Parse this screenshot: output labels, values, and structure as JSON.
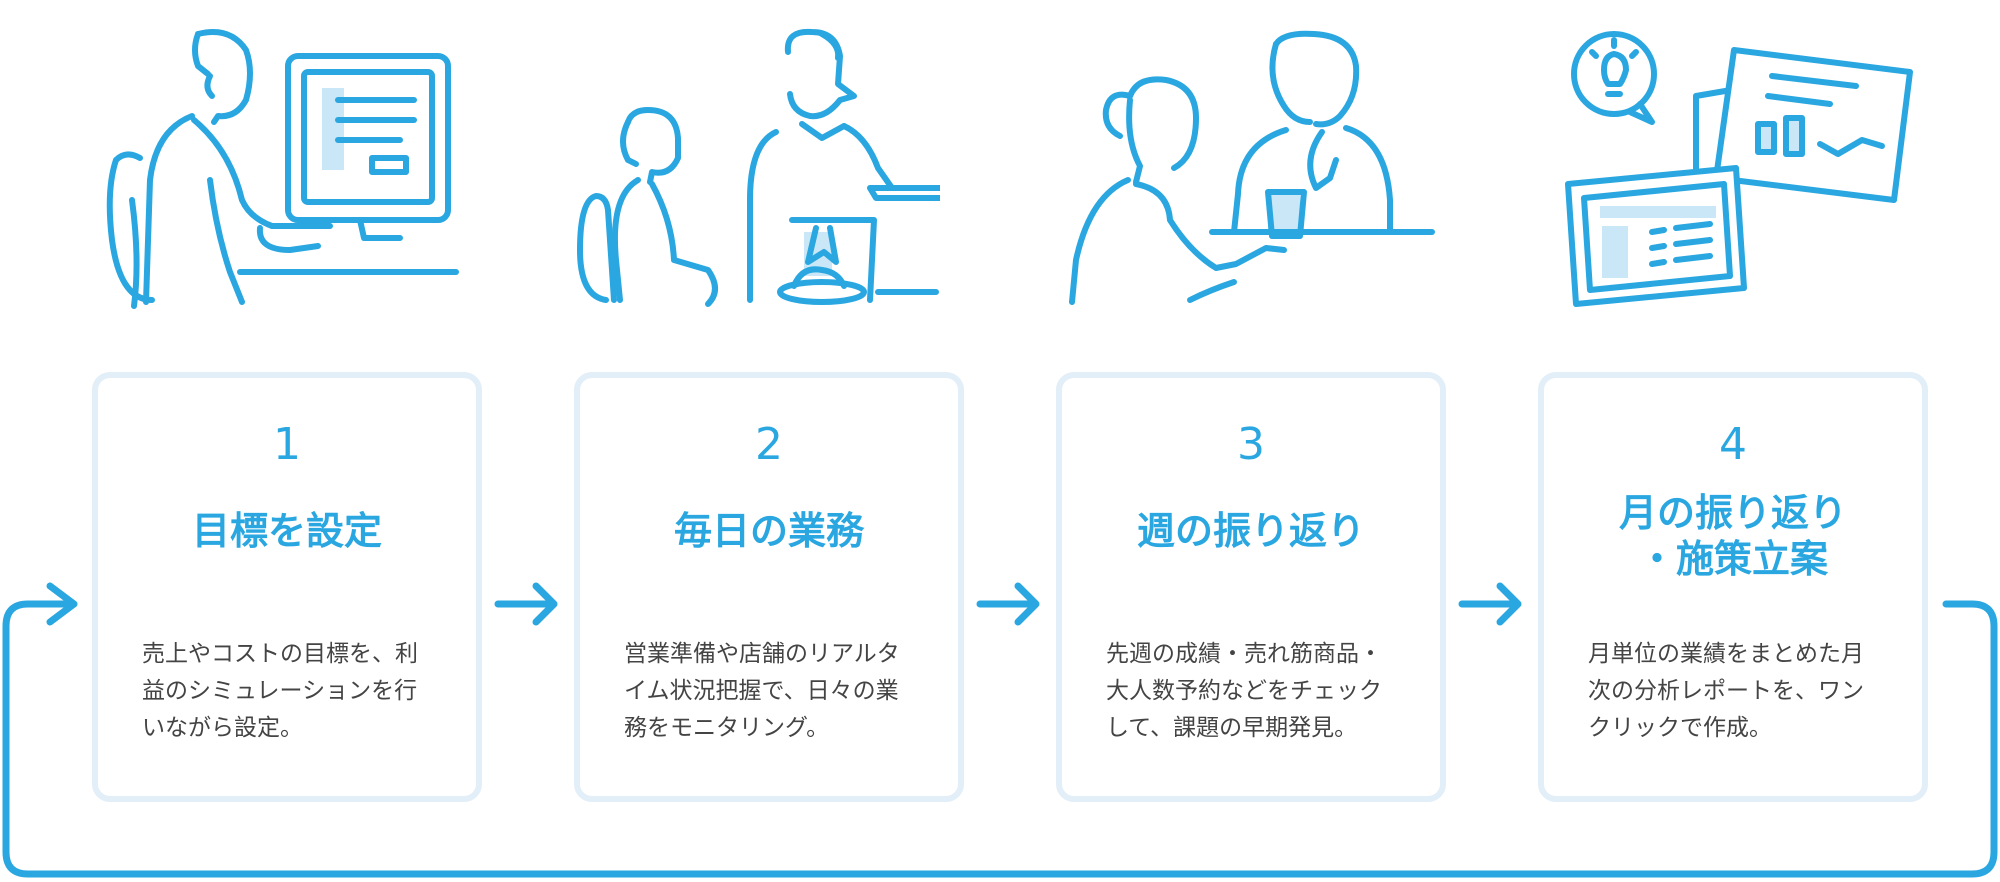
{
  "steps": [
    {
      "number": "1",
      "title_line1": "目標を設定",
      "title_line2": "",
      "description": "売上やコストの目標を、利益のシミュレーションを行いながら設定。"
    },
    {
      "number": "2",
      "title_line1": "毎日の業務",
      "title_line2": "",
      "description": "営業準備や店舗のリアルタイム状況把握で、日々の業務をモニタリング。"
    },
    {
      "number": "3",
      "title_line1": "週の振り返り",
      "title_line2": "",
      "description": "先週の成績・売れ筋商品・大人数予約などをチェックして、課題の早期発見。"
    },
    {
      "number": "4",
      "title_line1": "月の振り返り",
      "title_line2": "・施策立案",
      "description": "月単位の業績をまとめた月次の分析レポートを、ワンクリックで作成。"
    }
  ],
  "illustrations": [
    "person-at-computer",
    "staff-serving-customer",
    "staff-talking",
    "monthly-report-documents"
  ],
  "colors": {
    "accent": "#2aa7e0",
    "card_border": "#e2eef8",
    "light_fill": "#c9e7f6",
    "text": "#444444"
  },
  "icons": [
    "arrow-right-icon",
    "cycle-loop-line",
    "lightbulb-icon"
  ]
}
